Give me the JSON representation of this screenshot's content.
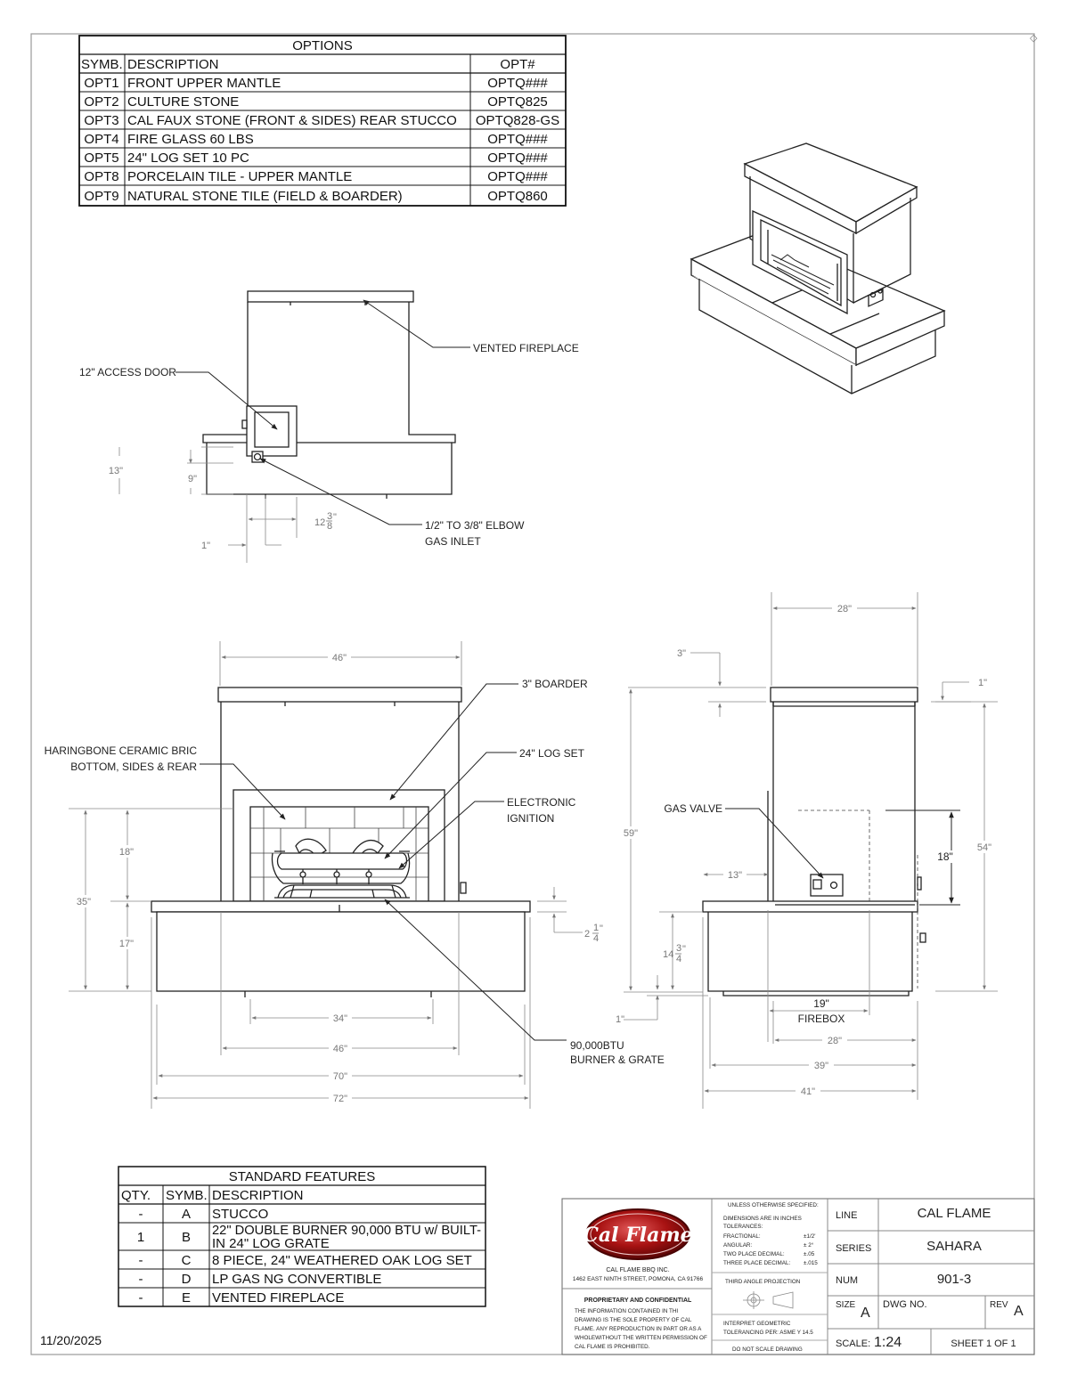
{
  "options": {
    "title": "OPTIONS",
    "headers": [
      "SYMB.",
      "DESCRIPTION",
      "OPT#"
    ],
    "rows": [
      [
        "OPT1",
        "FRONT UPPER MANTLE",
        "OPTQ###"
      ],
      [
        "OPT2",
        "CULTURE STONE",
        "OPTQ825"
      ],
      [
        "OPT3",
        "CAL FAUX STONE (FRONT & SIDES) REAR  STUCCO",
        "OPTQ828-GS"
      ],
      [
        "OPT4",
        "FIRE GLASS 60 LBS",
        "OPTQ###"
      ],
      [
        "OPT5",
        "24\" LOG SET 10 PC",
        "OPTQ###"
      ],
      [
        "OPT8",
        "PORCELAIN TILE - UPPER MANTLE",
        "OPTQ###"
      ],
      [
        "OPT9",
        "NATURAL STONE TILE (FIELD & BOARDER)",
        "OPTQ860"
      ]
    ]
  },
  "rear_view": {
    "vented_fireplace": "VENTED FIREPLACE",
    "access_door": "12\" ACCESS DOOR",
    "gas_inlet_line1": "1/2\" TO 3/8\" ELBOW",
    "gas_inlet_line2": "GAS INLET",
    "dim_13": "13\"",
    "dim_9": "9\"",
    "dim_12_whole": "12",
    "dim_12_num": "3",
    "dim_12_den": "8",
    "dim_12_unit": "\"",
    "dim_1": "1\""
  },
  "front_view": {
    "dim_46_top": "46\"",
    "boarder": "3\" BOARDER",
    "haringbone_line1": "HARINGBONE CERAMIC BRIC",
    "haringbone_line2": "BOTTOM, SIDES & REAR",
    "log_set": "24\" LOG SET",
    "ignition_line1": "ELECTRONIC",
    "ignition_line2": "IGNITION",
    "dim_35": "35\"",
    "dim_18": "18\"",
    "dim_17": "17\"",
    "dim_2_whole": "2",
    "dim_2_num": "1",
    "dim_2_den": "4",
    "dim_2_unit": "\"",
    "dim_34": "34\"",
    "dim_46_bottom": "46\"",
    "dim_70": "70\"",
    "dim_72": "72\"",
    "burner_line1": "90,000BTU",
    "burner_line2": "BURNER & GRATE"
  },
  "side_view": {
    "dim_28_top": "28\"",
    "dim_3": "3\"",
    "dim_1_top": "1\"",
    "dim_59": "59\"",
    "dim_54": "54\"",
    "gas_valve": "GAS VALVE",
    "dim_18": "18\"",
    "dim_13": "13\"",
    "dim_14_whole": "14",
    "dim_14_num": "3",
    "dim_14_den": "4",
    "dim_14_unit": "\"",
    "dim_1_bottom": "1\"",
    "dim_19": "19\"",
    "firebox": "FIREBOX",
    "dim_28_bottom": "28\"",
    "dim_39": "39\"",
    "dim_41": "41\""
  },
  "standard_features": {
    "title": "STANDARD FEATURES",
    "headers": [
      "QTY.",
      "SYMB.",
      "DESCRIPTION"
    ],
    "rows": [
      [
        "-",
        "A",
        "STUCCO"
      ],
      [
        "1",
        "B",
        "22\" DOUBLE BURNER 90,000 BTU w/ BUILT-",
        "IN 24\" LOG GRATE"
      ],
      [
        "-",
        "C",
        "8 PIECE, 24\" WEATHERED OAK LOG SET"
      ],
      [
        "-",
        "D",
        "LP GAS NG CONVERTIBLE"
      ],
      [
        "-",
        "E",
        "VENTED FIREPLACE"
      ]
    ]
  },
  "title_block": {
    "logo_text": "Cal Flame",
    "company": "CAL FLAME BBQ INC.",
    "address": "1462 EAST NINTH STREET, POMONA, CA 91766",
    "proprietary_title": "PROPRIETARY AND CONFIDENTIAL",
    "proprietary_lines": [
      "THE INFORMATION CONTAINED IN THI",
      "DRAWING IS THE SOLE PROPERTY OF CAL",
      "FLAME.  ANY REPRODUCTION IN PART OR AS A",
      "WHOLEWITHOUT THE WRITTEN PERMISSION OF",
      "CAL FLAME IS PROHIBITED."
    ],
    "unless_specified": "UNLESS OTHERWISE SPECIFIED:",
    "dimensions_note": "DIMENSIONS ARE IN INCHES",
    "tolerances": "TOLERANCES:",
    "fractional": "FRACTIONAL:",
    "fractional_val": "±1/2'",
    "angular": "ANGULAR:",
    "angular_val": "± 2°",
    "two_place": "TWO PLACE DECIMAL:",
    "two_place_val": "±.05",
    "three_place": "THREE PLACE DECIMAL:",
    "three_place_val": "±.015",
    "projection": "THIRD ANGLE PROJECTION",
    "interpret_line1": "INTERPRET GEOMETRIC",
    "interpret_line2": "TOLERANCING PER: ASME Y 14.5",
    "do_not_scale": "DO NOT SCALE DRAWING",
    "line_label": "LINE",
    "line_value": "CAL FLAME",
    "series_label": "SERIES",
    "series_value": "SAHARA",
    "num_label": "NUM",
    "num_value": "901-3",
    "size_label": "SIZE",
    "size_value": "A",
    "dwg_label": "DWG NO.",
    "rev_label": "REV",
    "rev_value": "A",
    "scale_label": "SCALE:",
    "scale_value": "1:24",
    "sheet": "SHEET 1 OF 1"
  },
  "date": "11/20/2025"
}
